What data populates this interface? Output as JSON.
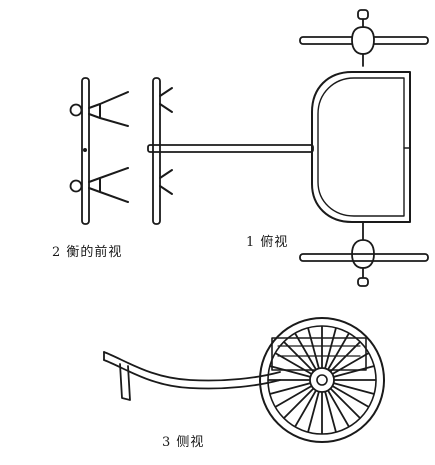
{
  "labels": {
    "front_view": "2 衡的前视",
    "top_view": "1 俯视",
    "side_view": "3 侧视"
  },
  "colors": {
    "ink": "#1a1a1a",
    "paper": "#ffffff"
  },
  "wheel": {
    "spoke_count": 24
  }
}
